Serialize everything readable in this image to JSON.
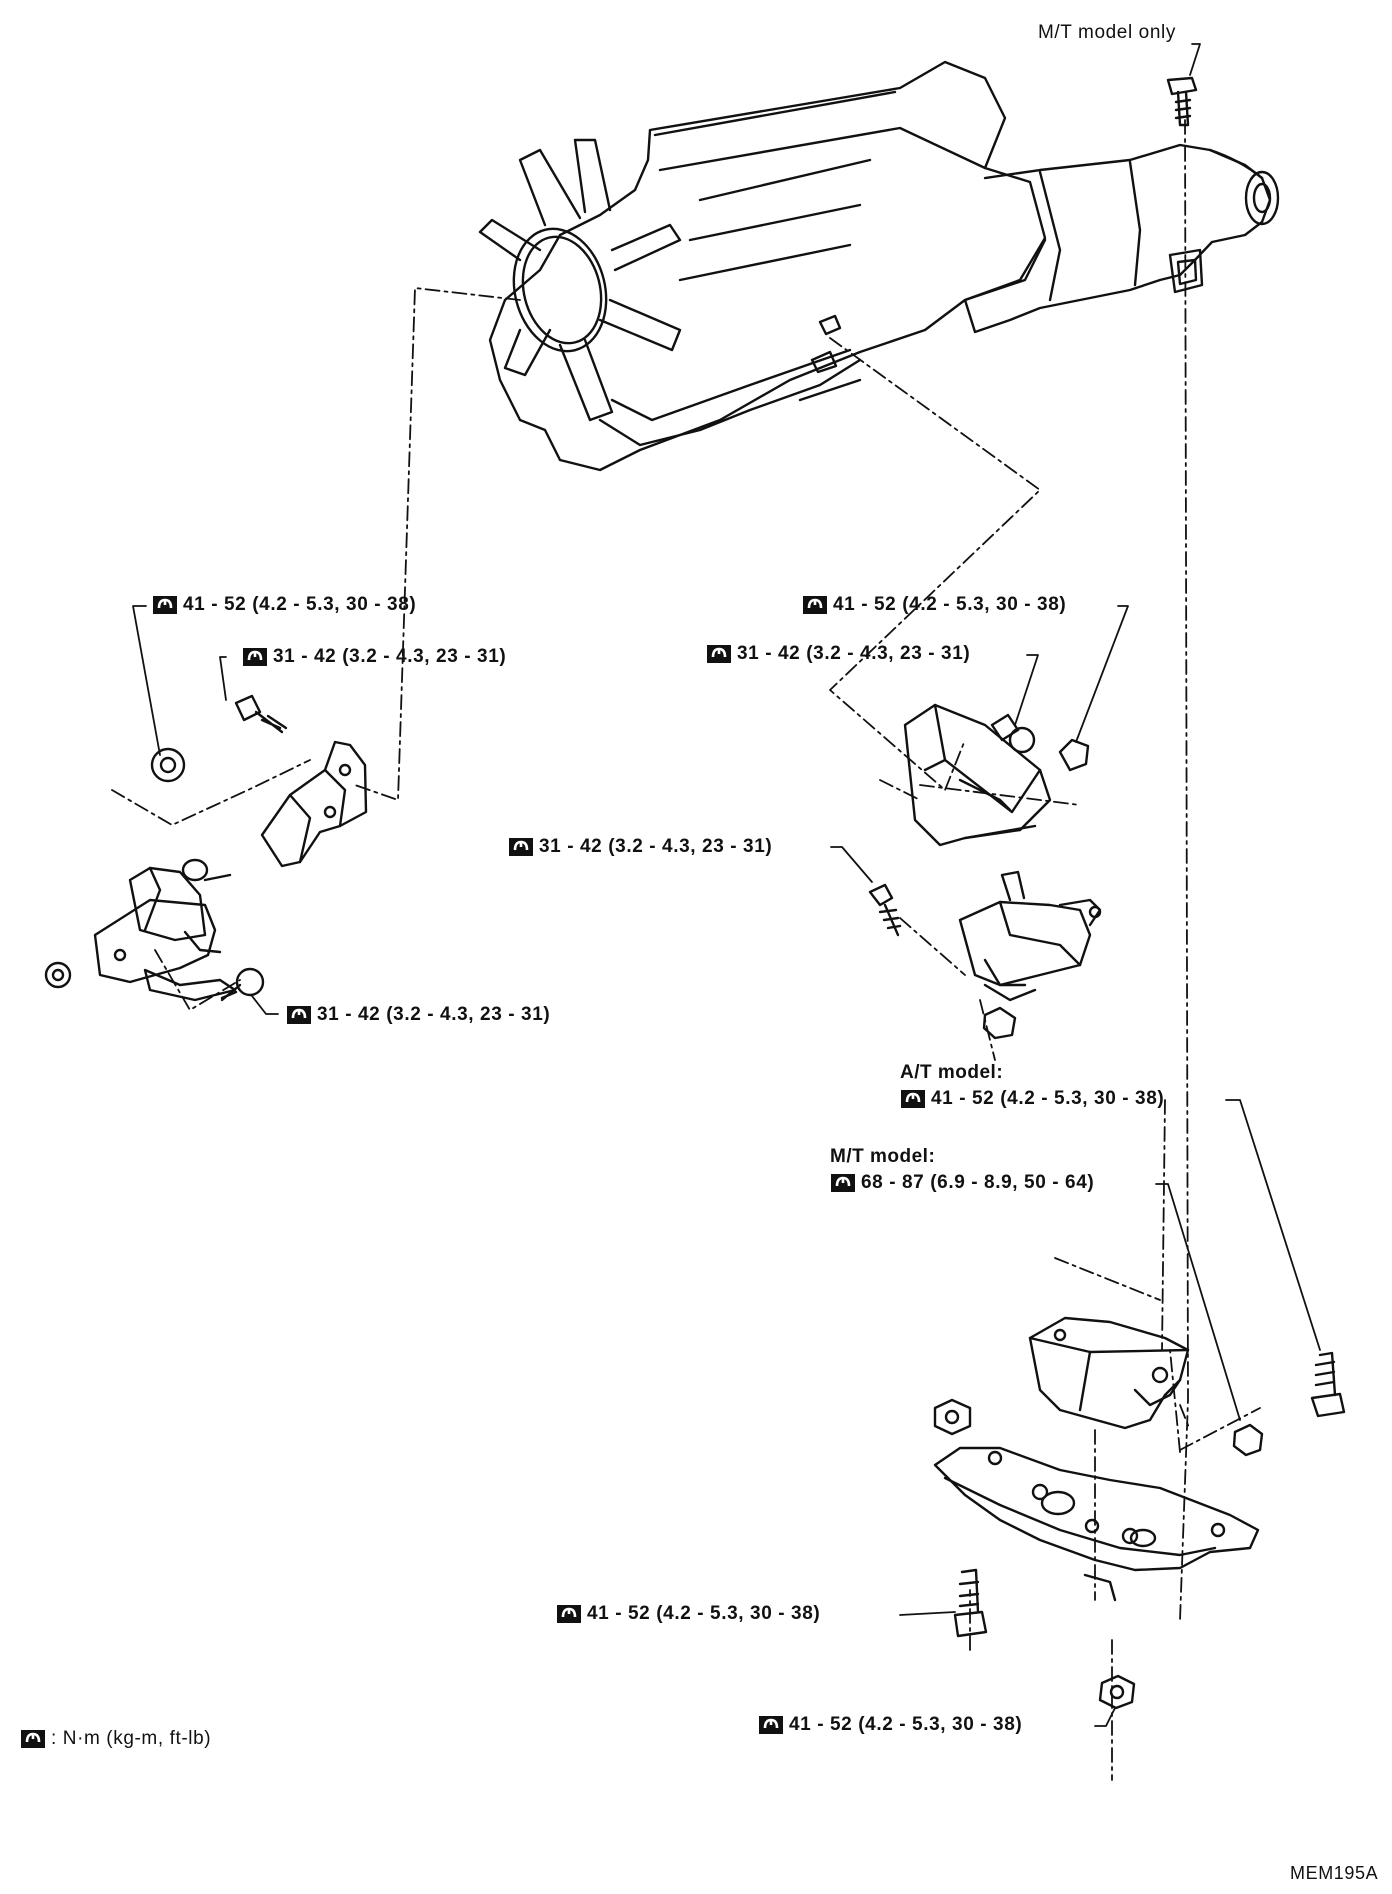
{
  "callouts": {
    "mt_only": "M/T model only",
    "left_nut_upper": "41 - 52 (4.2 - 5.3, 30 - 38)",
    "left_bolt_upper": "31 - 42 (3.2 - 4.3, 23 - 31)",
    "left_bolt_lower": "31 - 42 (3.2 - 4.3, 23 - 31)",
    "right_nut_upper": "41 - 52 (4.2 - 5.3, 30 - 38)",
    "right_bolt_upper": "31 - 42 (3.2 - 4.3, 23 - 31)",
    "right_bolt_lower": "31 - 42 (3.2 - 4.3, 23 - 31)",
    "at_model_caption": "A/T model:",
    "at_model_torque": "41 - 52 (4.2 - 5.3, 30 - 38)",
    "mt_model_caption": "M/T model:",
    "mt_model_torque": "68 - 87 (6.9 - 8.9, 50 - 64)",
    "rear_bolt_lower": "41 - 52 (4.2 - 5.3, 30 - 38)",
    "rear_nut_lower": "41 - 52 (4.2 - 5.3, 30 - 38)"
  },
  "legend": {
    "unit_text": ": N·m (kg-m, ft-lb)"
  },
  "figure_code": "MEM195A",
  "icons": {
    "torque": "torque-wrench-icon"
  },
  "colors": {
    "ink": "#111111",
    "paper": "#ffffff"
  }
}
